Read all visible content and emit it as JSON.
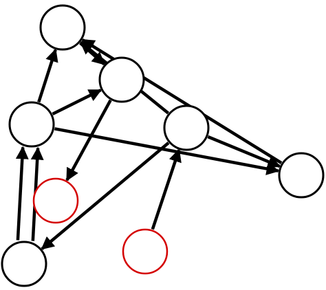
{
  "colors": {
    "background": "#ffffff",
    "edge": "#000000",
    "node_default": "#000000",
    "node_highlight": "#d40000"
  },
  "nodes": [
    {
      "id": "n1",
      "highlight": false
    },
    {
      "id": "n2",
      "highlight": false
    },
    {
      "id": "n3",
      "highlight": false
    },
    {
      "id": "n4",
      "highlight": false
    },
    {
      "id": "n5",
      "highlight": false
    },
    {
      "id": "n6",
      "highlight": true
    },
    {
      "id": "n7",
      "highlight": true
    },
    {
      "id": "n8",
      "highlight": false
    }
  ],
  "edges": [
    {
      "from": "n3",
      "to": "n1"
    },
    {
      "from": "n1",
      "to": "n2"
    },
    {
      "from": "n3",
      "to": "n2"
    },
    {
      "from": "n2",
      "to": "n6"
    },
    {
      "from": "n8",
      "to": "n3"
    },
    {
      "from": "n8",
      "to": "n3"
    },
    {
      "from": "n4",
      "to": "n1"
    },
    {
      "from": "n5",
      "to": "n1"
    },
    {
      "from": "n3",
      "to": "n5"
    },
    {
      "from": "n4",
      "to": "n5"
    },
    {
      "from": "n4",
      "to": "n8"
    },
    {
      "from": "n7",
      "to": "n4"
    }
  ]
}
